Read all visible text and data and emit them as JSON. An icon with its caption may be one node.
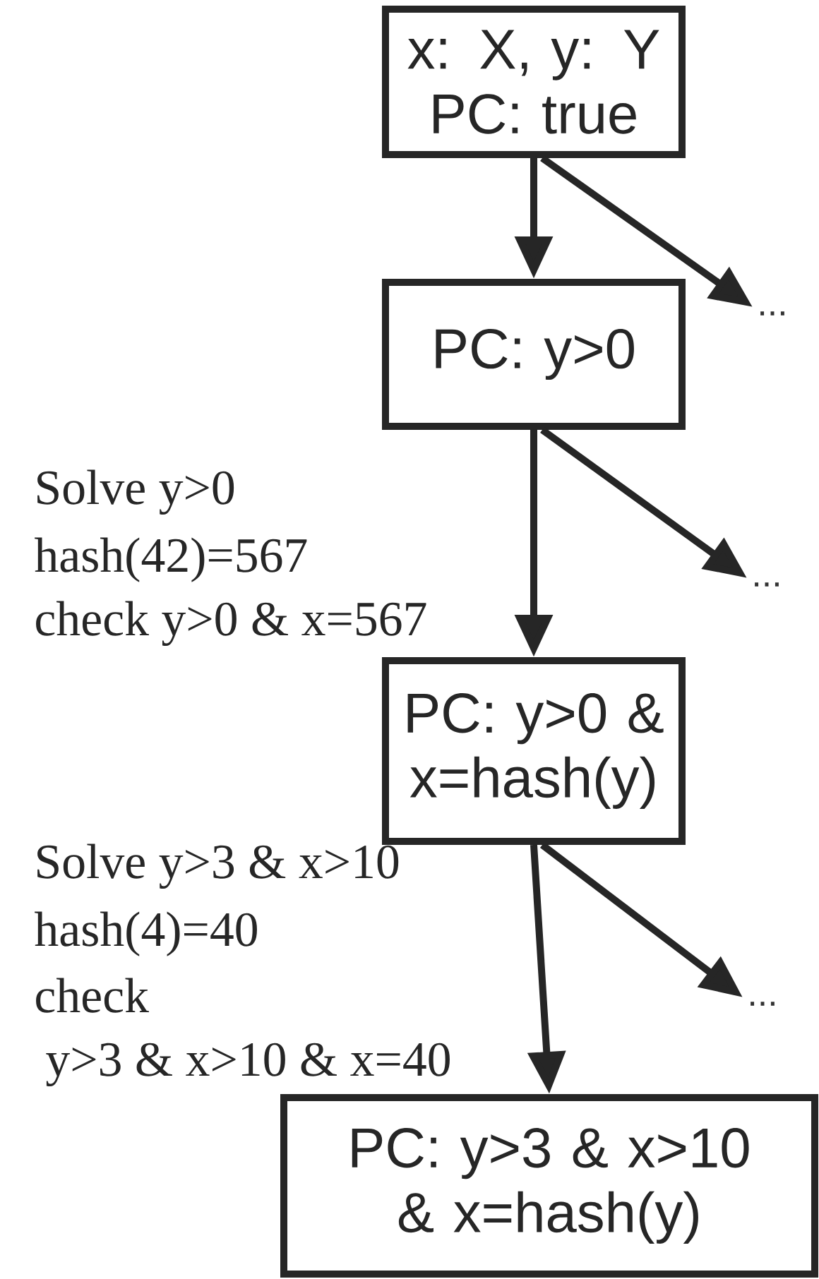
{
  "diagram": {
    "nodes": [
      {
        "text": [
          "x: X, y: Y",
          "PC: true"
        ]
      },
      {
        "text": [
          "PC: y>0"
        ]
      },
      {
        "text": [
          "PC: y>0 & x=hash(y)"
        ]
      },
      {
        "text": [
          "PC: y>3 & x>10 & x=hash(y)"
        ]
      },
      {
        "text": [
          "..."
        ]
      },
      {
        "text": [
          "..."
        ]
      },
      {
        "text": [
          "..."
        ]
      }
    ],
    "edges": [
      {
        "from": 0,
        "to": 1,
        "arrow": "to"
      },
      {
        "from": 0,
        "to": 4,
        "arrow": "to"
      },
      {
        "from": 1,
        "to": 2,
        "arrow": "to"
      },
      {
        "from": 1,
        "to": 5,
        "arrow": "to"
      },
      {
        "from": 2,
        "to": 3,
        "arrow": "to"
      },
      {
        "from": 2,
        "to": 6,
        "arrow": "to"
      }
    ],
    "labels": [
      "Solve y>0",
      "hash(42)=567",
      "check y>0 & x=567",
      "Solve y>3 & x>10",
      "hash(4)=40",
      "check",
      "y>3 & x>10 & x=40"
    ]
  }
}
